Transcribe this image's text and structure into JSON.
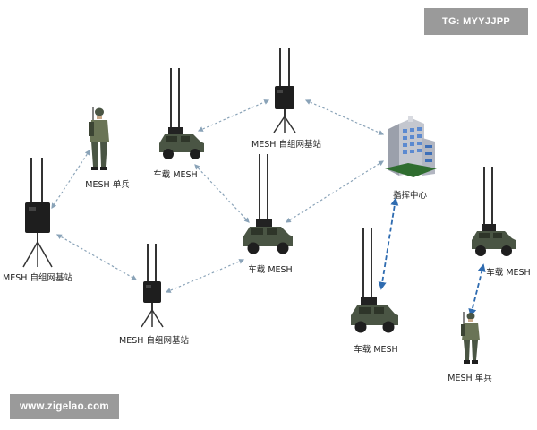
{
  "labels": {
    "mesh_base_station": "MESH 自组网基站",
    "vehicle_mesh": "车载 MESH",
    "mesh_soldier": "MESH 单兵",
    "command_center": "指挥中心"
  },
  "watermarks": {
    "top": "TG: MYYJJPP",
    "bottom": "www.zigelao.com"
  },
  "colors": {
    "link_gray": "#8aa3b8",
    "link_blue": "#2e6bb0",
    "vehicle": "#4a5544",
    "watermark_bg": "#9a9a9a"
  }
}
